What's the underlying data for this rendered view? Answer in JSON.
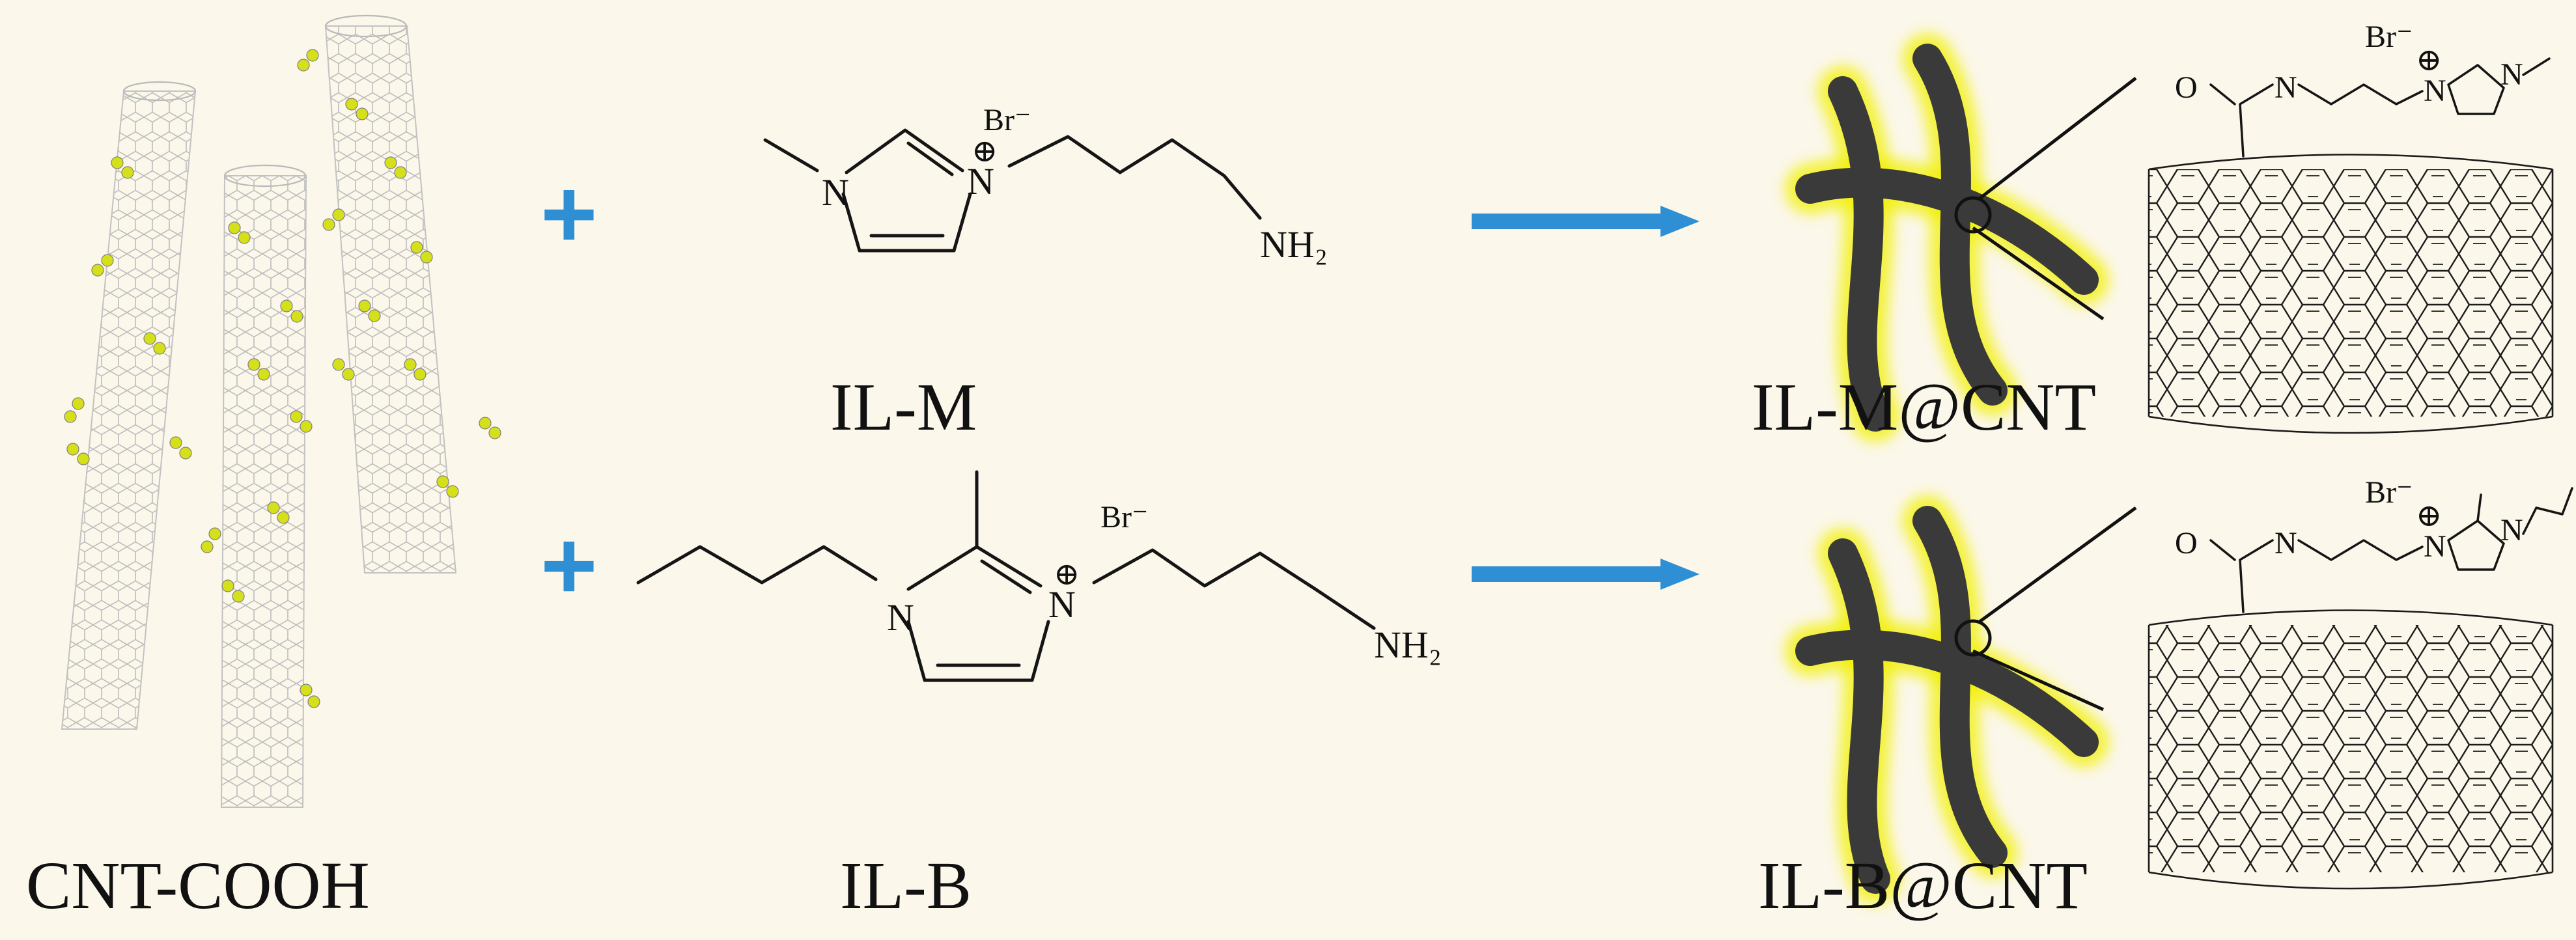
{
  "colors": {
    "background": "#fbf7ea",
    "plus": "#2e8fd4",
    "arrow": "#2e8fd4",
    "fiber": "#3a3a3a",
    "fiber_glow": "#f2f000",
    "cooh_dots": "#d6e01a"
  },
  "starting_material": {
    "label": "CNT-COOH"
  },
  "reagents": [
    {
      "label": "IL-M",
      "counterion": "Br⁻",
      "cation_charge": "⊕",
      "n1": "N",
      "n3": "N",
      "amine": "NH₂"
    },
    {
      "label": "IL-B",
      "counterion": "Br⁻",
      "cation_charge": "⊕",
      "n1": "N",
      "n3": "N",
      "amine": "NH₂"
    }
  ],
  "products": [
    {
      "label": "IL-M@CNT",
      "o": "O",
      "amide_n": "N",
      "n_plus": "N",
      "n_ring": "N",
      "counterion": "Br⁻",
      "charge": "⊕"
    },
    {
      "label": "IL-B@CNT",
      "o": "O",
      "amide_n": "N",
      "n_plus": "N",
      "n_ring": "N",
      "counterion": "Br⁻",
      "charge": "⊕"
    }
  ],
  "symbols": {
    "plus": "+"
  }
}
